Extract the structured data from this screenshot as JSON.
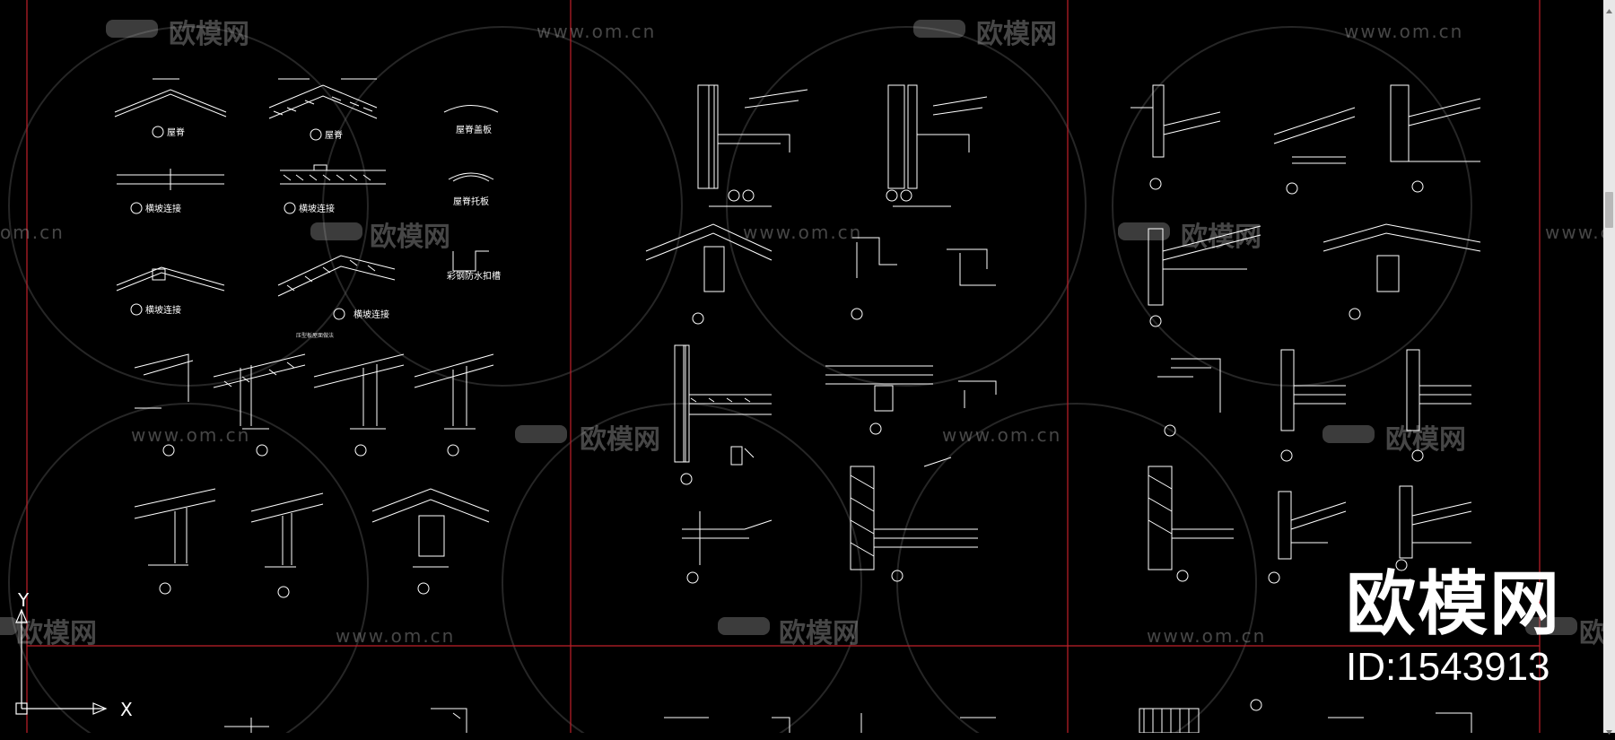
{
  "watermark": {
    "brand": "欧模网",
    "url": "www.om.cn",
    "url_short": "om.cn"
  },
  "id_overlay": {
    "brand": "欧模网",
    "id": "ID:1543913"
  },
  "axes": {
    "y": "Y",
    "x": "X"
  },
  "captions": {
    "c1": "屋脊",
    "c2": "屋脊",
    "c3": "屋脊盖板",
    "c4": "横坡连接",
    "c5": "横坡连接",
    "c6": "屋脊托板",
    "c7": "横坡连接",
    "c8": "横坡连接",
    "c9": "彩钢防水扣槽",
    "c10": "压型板屋面做法"
  },
  "colors": {
    "background": "#000000",
    "frame": "#c0202a",
    "lines": "#ffffff"
  }
}
